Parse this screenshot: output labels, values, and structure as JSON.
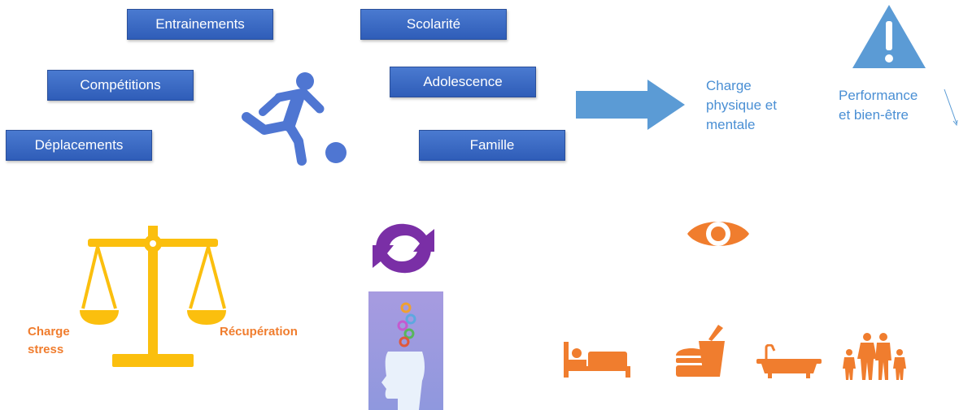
{
  "factors": [
    {
      "label": "Entrainements"
    },
    {
      "label": "Scolarité"
    },
    {
      "label": "Compétitions"
    },
    {
      "label": "Adolescence"
    },
    {
      "label": "Déplacements"
    },
    {
      "label": "Famille"
    }
  ],
  "result": {
    "charge_line1": "Charge",
    "charge_line2": "physique et",
    "charge_line3": "mentale"
  },
  "warning": {
    "line1": "Performance",
    "line2": "et bien-être"
  },
  "balance": {
    "left_line1": "Charge",
    "left_line2": "stress",
    "right_label": "Récupération"
  },
  "colors": {
    "box_blue": "#3a66c4",
    "accent_blue": "#4a8fd4",
    "player_blue": "#4f76d2",
    "balance_yellow": "#fbbf0e",
    "orange": "#f07d2e",
    "purple": "#7a2fa6"
  },
  "icons": [
    "soccer-player-icon",
    "arrow-right-icon",
    "warning-triangle-icon",
    "balance-scale-icon",
    "refresh-cycle-icon",
    "head-gears-icon",
    "eye-icon",
    "bed-icon",
    "food-icon",
    "bathtub-icon",
    "family-icon"
  ]
}
